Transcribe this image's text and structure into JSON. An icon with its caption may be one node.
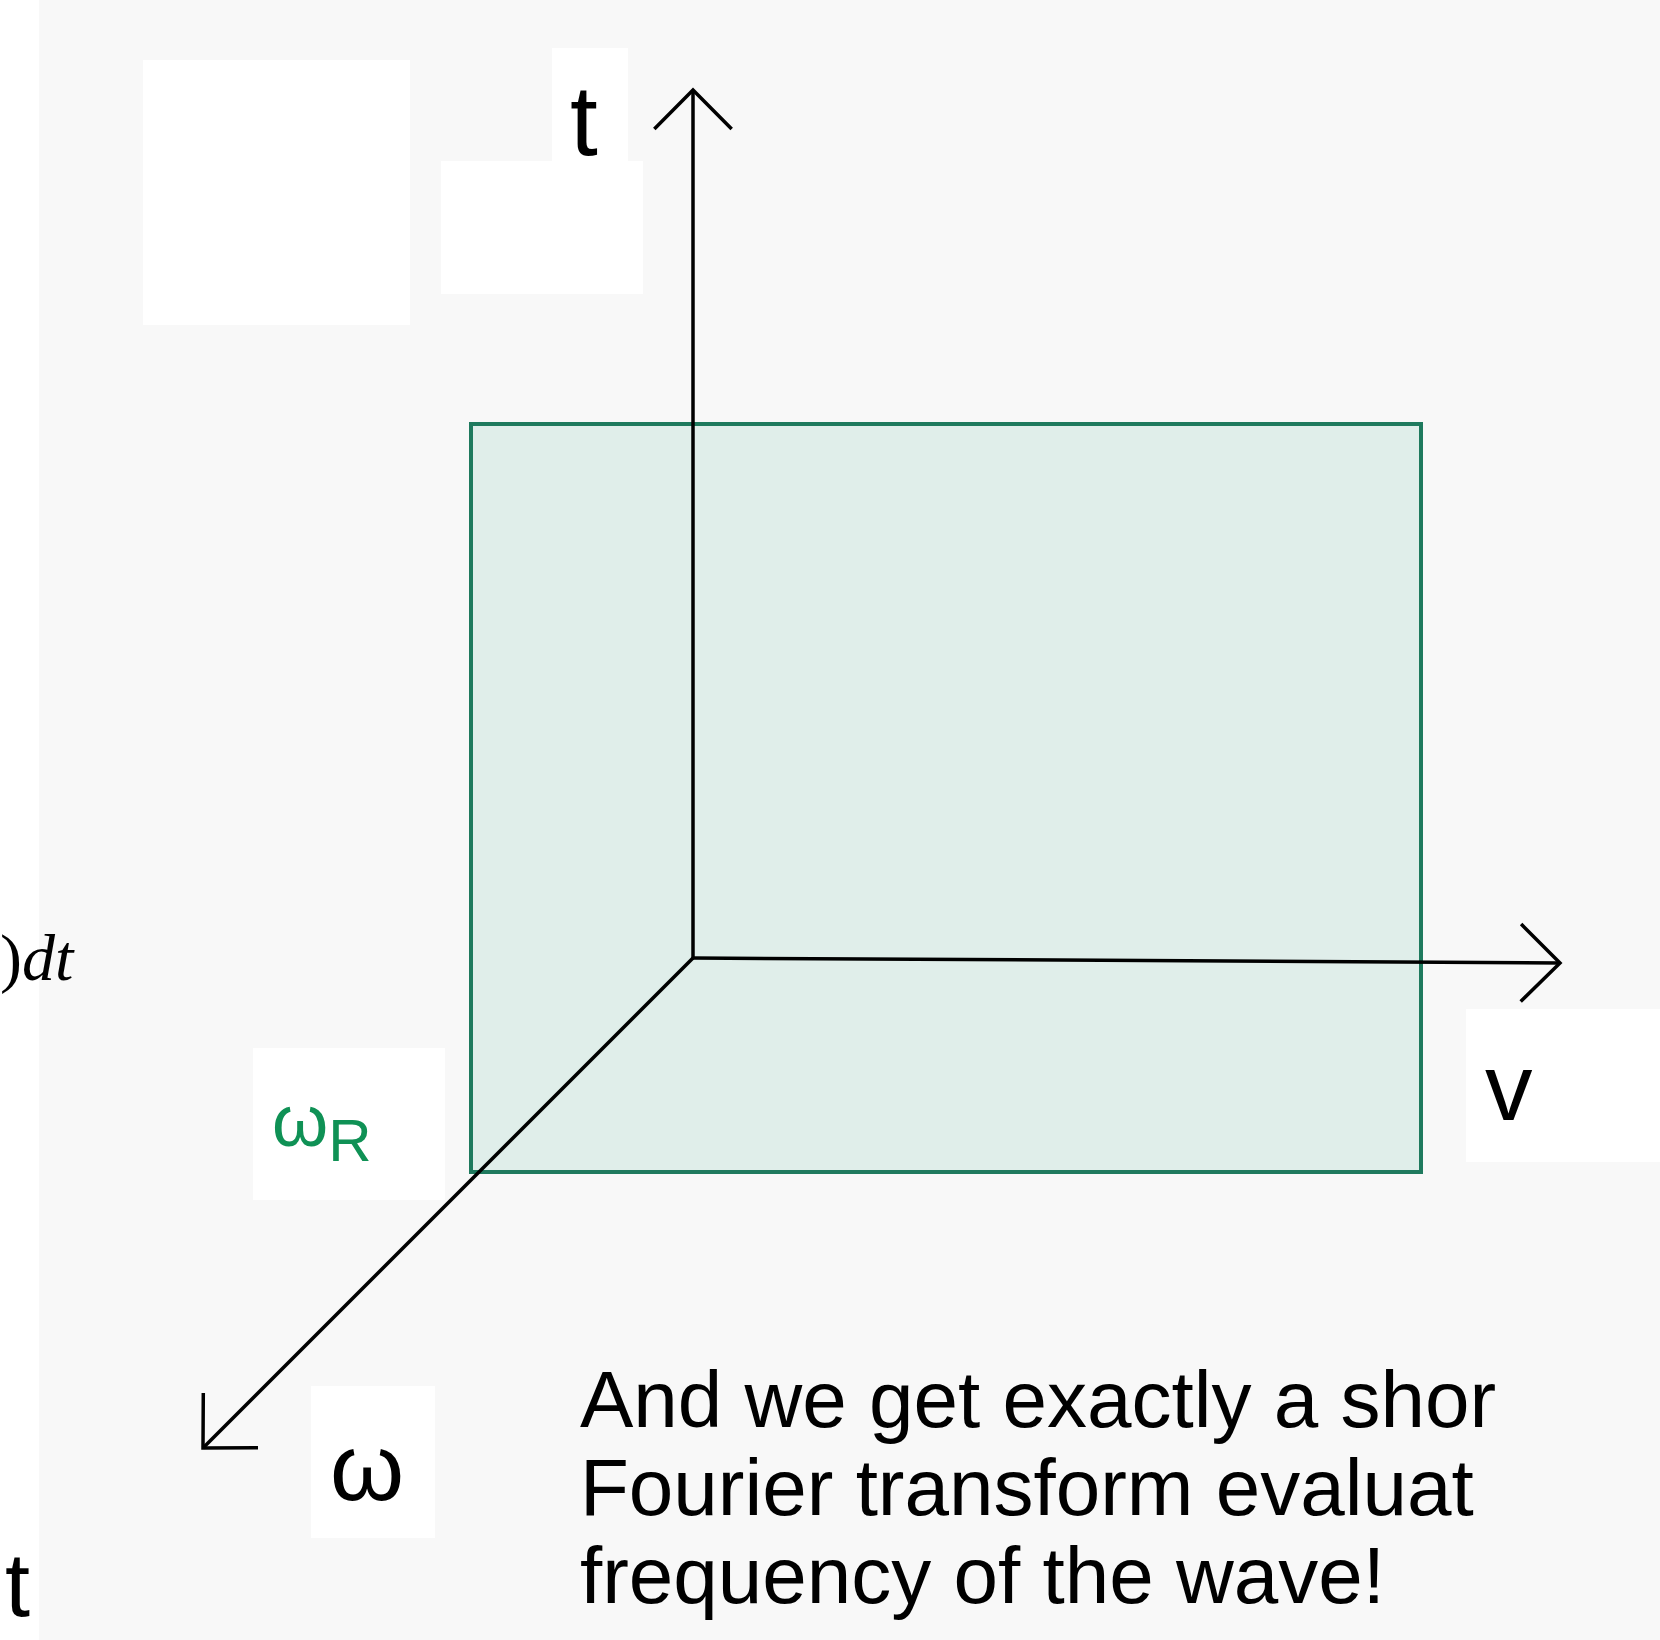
{
  "diagram": {
    "labels": [
      "t",
      ")*dt*",
      "v",
      "ω$_{R}$",
      "ω",
      "And we get exactly a shor",
      "Fourier transform evaluat",
      "t",
      "frequency of the wave!"
    ]
  }
}
